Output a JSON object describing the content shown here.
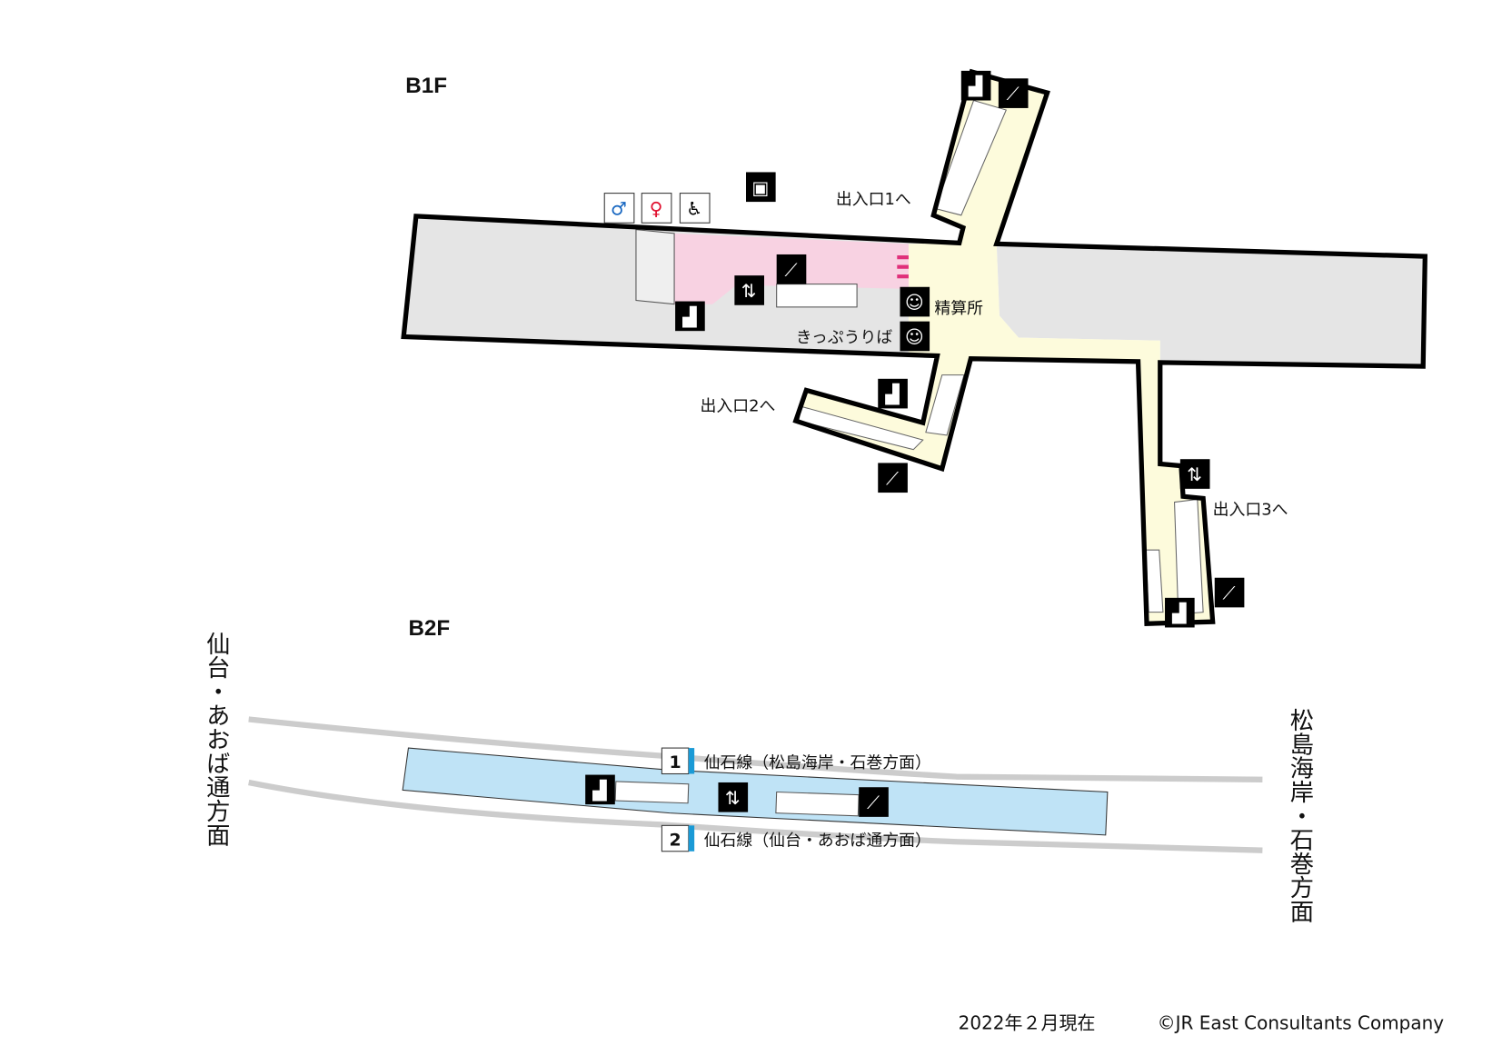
{
  "floors": {
    "b1f": "B1F",
    "b2f": "B2F"
  },
  "b1f": {
    "exit1": "出入口1へ",
    "exit2": "出入口2へ",
    "exit3": "出入口3へ",
    "fare_adjustment": "精算所",
    "ticket_sales": "きっぷうりば"
  },
  "b2f": {
    "platform1": {
      "number": "1",
      "label": "仙石線（松島海岸・石巻方面）"
    },
    "platform2": {
      "number": "2",
      "label": "仙石線（仙台・あおば通方面）"
    },
    "direction_left": "仙台・あおば通方面",
    "direction_right": "松島海岸・石巻方面"
  },
  "footer": {
    "date": "2022年２月現在",
    "copyright": "©JR East Consultants Company"
  },
  "colors": {
    "concourse": "#e5e5e5",
    "paid_area": "#fdfbdc",
    "facilities": "#f8d2e2",
    "platform": "#bfe3f6",
    "track": "#cccccc",
    "platform_marker": "#1a9ad6",
    "male": "#1565c0",
    "female": "#e0102f"
  },
  "icons": [
    "stairs-icon",
    "escalator-icon",
    "elevator-icon",
    "toilet-male-icon",
    "toilet-female-icon",
    "accessible-toilet-icon",
    "coin-locker-icon",
    "fare-adjustment-icon",
    "ticket-machine-icon"
  ]
}
